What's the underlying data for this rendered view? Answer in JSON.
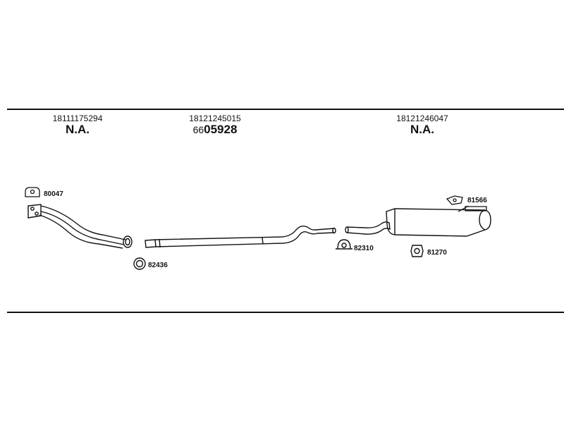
{
  "columns": [
    {
      "part_number": "18111175294",
      "code": "N.A.",
      "code_prefix": ""
    },
    {
      "part_number": "18121245015",
      "code": "05928",
      "code_prefix": "66"
    },
    {
      "part_number": "18121246047",
      "code": "N.A.",
      "code_prefix": ""
    }
  ],
  "parts": [
    {
      "label": "80047",
      "icon": "hanger-bracket-icon"
    },
    {
      "label": "82436",
      "icon": "ring-gasket-icon"
    },
    {
      "label": "82310",
      "icon": "u-clamp-icon"
    },
    {
      "label": "81566",
      "icon": "rubber-mount-icon"
    },
    {
      "label": "81270",
      "icon": "nut-icon"
    }
  ],
  "components": [
    "front-pipe",
    "middle-pipe",
    "rear-silencer"
  ]
}
